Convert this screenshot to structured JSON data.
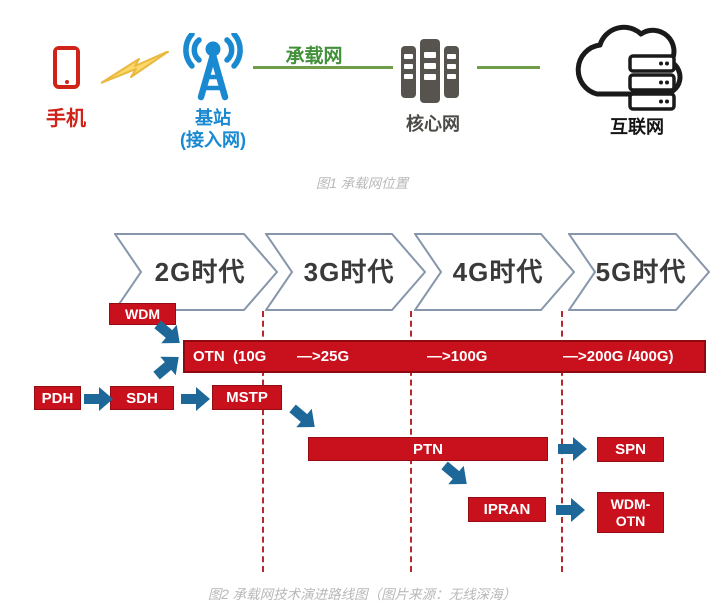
{
  "figure1": {
    "caption": "图1 承载网位置",
    "phone_label": "手机",
    "station_label": "基站",
    "station_sublabel": "(接入网)",
    "bearer_label": "承载网",
    "core_label": "核心网",
    "internet_label": "互联网",
    "colors": {
      "phone_red": "#cf2318",
      "station_blue": "#1989d1",
      "bearer_green": "#42903a",
      "core_gray": "#57534e",
      "internet_black": "#1a1a1a"
    }
  },
  "figure2": {
    "caption": "图2 承载网技术演进路线图（图片来源：无线深海）",
    "eras": [
      "2G时代",
      "3G时代",
      "4G时代",
      "5G时代"
    ],
    "otn_segments": [
      "OTN  (10G",
      "—>25G",
      "—>100G",
      "—>200G /400G)"
    ],
    "boxes": {
      "wdm": "WDM",
      "pdh": "PDH",
      "sdh": "SDH",
      "mstp": "MSTP",
      "ptn": "PTN",
      "spn": "SPN",
      "ipran": "IPRAN",
      "wdm_otn_line1": "WDM-",
      "wdm_otn_line2": "OTN"
    },
    "colors": {
      "box_red": "#c9111d",
      "arrow_blue": "#1e6899",
      "dash_red": "#b5282d",
      "chevron_border": "#8796ab"
    }
  }
}
